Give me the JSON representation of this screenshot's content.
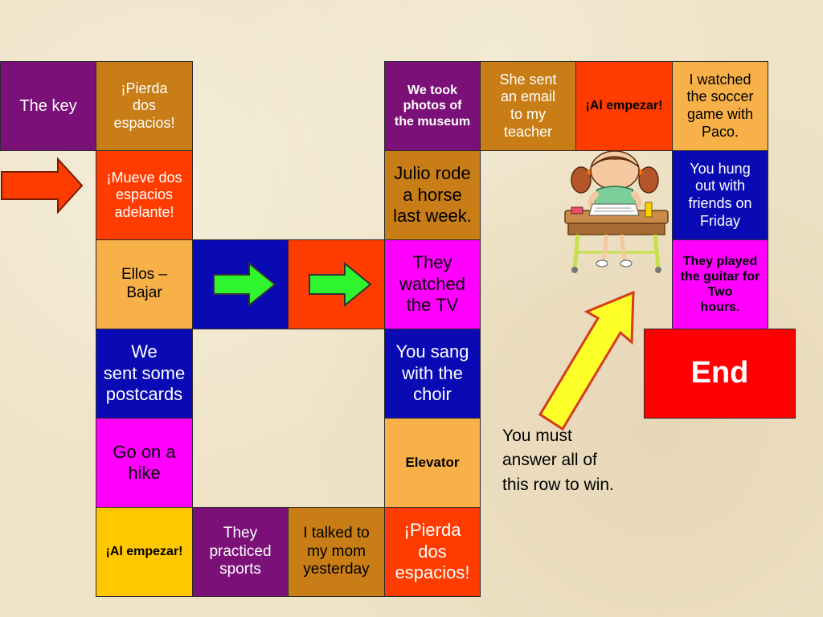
{
  "board": {
    "cells": {
      "the_key": "The key",
      "pierda_top": "¡Pierda\ndos\nespacios!",
      "we_took_photos": "We took\nphotos of\nthe museum",
      "she_sent_email": "She sent\nan email\nto my\nteacher",
      "al_empezar_top": "¡Al empezar!",
      "i_watched_soccer": "I watched\nthe soccer\ngame with\nPaco.",
      "mueve_dos": "¡Mueve dos\nespacios\nadelante!",
      "julio_rode": "Julio rode\na horse\nlast week.",
      "you_hung_out": "You hung\nout with\nfriends on\nFriday",
      "ellos_bajar": "Ellos –\nBajar",
      "they_watched_tv": "They\nwatched\nthe TV",
      "they_played_guitar": "They played\nthe guitar for\nTwo\nhours.",
      "we_sent_postcards": "We\nsent some\npostcards",
      "you_sang": "You sang\nwith the\nchoir",
      "end": "End",
      "go_on_hike": "Go on a\nhike",
      "elevator": "Elevator",
      "al_empezar_bottom": "¡Al empezar!",
      "they_practiced": "They\npracticed\nsports",
      "i_talked": "I talked to\nmy mom\nyesterday",
      "pierda_bottom": "¡Pierda\ndos\nespacios!"
    }
  },
  "note": "You must\nanswer all of\nthis row to win.",
  "colors": {
    "background": "#efe3c6",
    "purple": "#7b1178",
    "brown": "#c87d16",
    "light_orange": "#f8b048",
    "red_orange": "#ff3c00",
    "blue": "#0a0ab4",
    "magenta": "#ff00ff",
    "yellow": "#ffc800",
    "end_red": "#ff0000",
    "green_arrow": "#2ef52e",
    "pointer_arrow": "#ffff2a"
  },
  "icons": {
    "start_arrow": "right-arrow-icon",
    "board_arrows": "green-right-arrow-icon",
    "pointer": "up-right-arrow-icon",
    "picture": "girl-writing-at-desk-illustration"
  }
}
